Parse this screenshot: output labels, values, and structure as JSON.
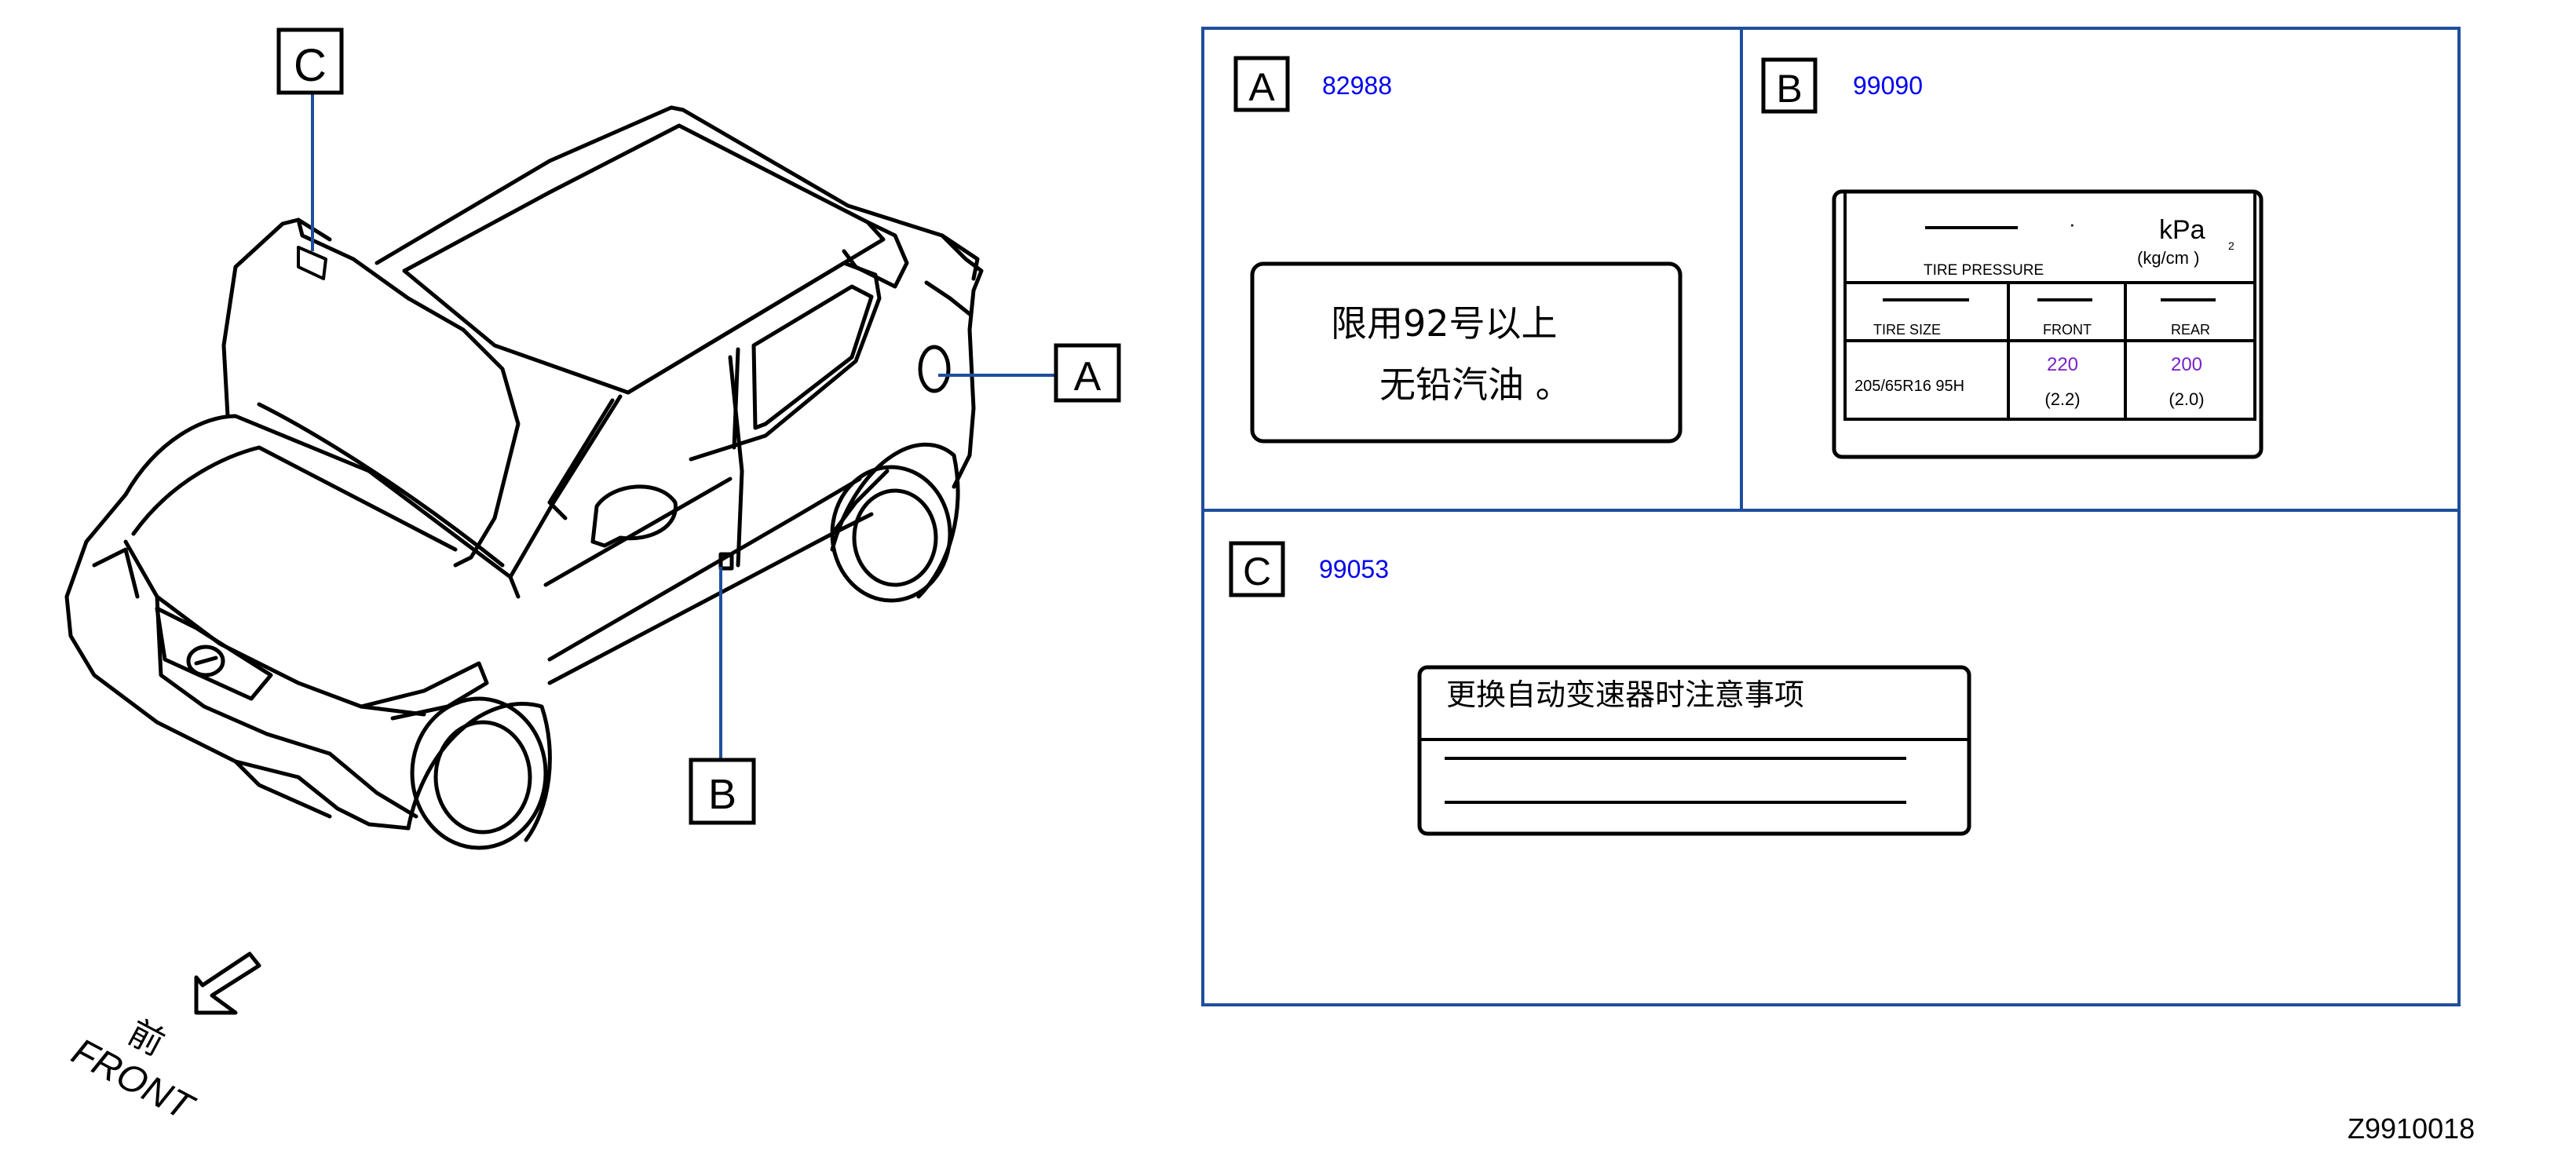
{
  "callouts": {
    "A": "A",
    "B": "B",
    "C": "C"
  },
  "front_indicator": {
    "cjk": "前",
    "en": "FRONT"
  },
  "panels": {
    "A": {
      "letter": "A",
      "part_number": "82988",
      "label_line1": "限用92号以上",
      "label_line2": "无铅汽油 。"
    },
    "B": {
      "letter": "B",
      "part_number": "99090",
      "unit_kpa": "kPa",
      "unit_kgcm": "(kg/cm  )",
      "unit_sup": "2",
      "dot": "·",
      "tire_pressure": "TIRE    PRESSURE",
      "tire_size_header": "TIRE    SIZE",
      "front_header": "FRONT",
      "rear_header": "REAR",
      "tire_size": "205/65R16   95H",
      "front_kpa": "220",
      "front_kgcm": "(2.2)",
      "rear_kpa": "200",
      "rear_kgcm": "(2.0)"
    },
    "C": {
      "letter": "C",
      "part_number": "99053",
      "label_title": "更换自动变速器时注意事项"
    }
  },
  "colors": {
    "frame_blue": "#1f4e9e",
    "part_number_blue": "#0000ee",
    "value_purple": "#7a1fc7",
    "ink": "#000000"
  },
  "diagram_code": "Z9910018"
}
